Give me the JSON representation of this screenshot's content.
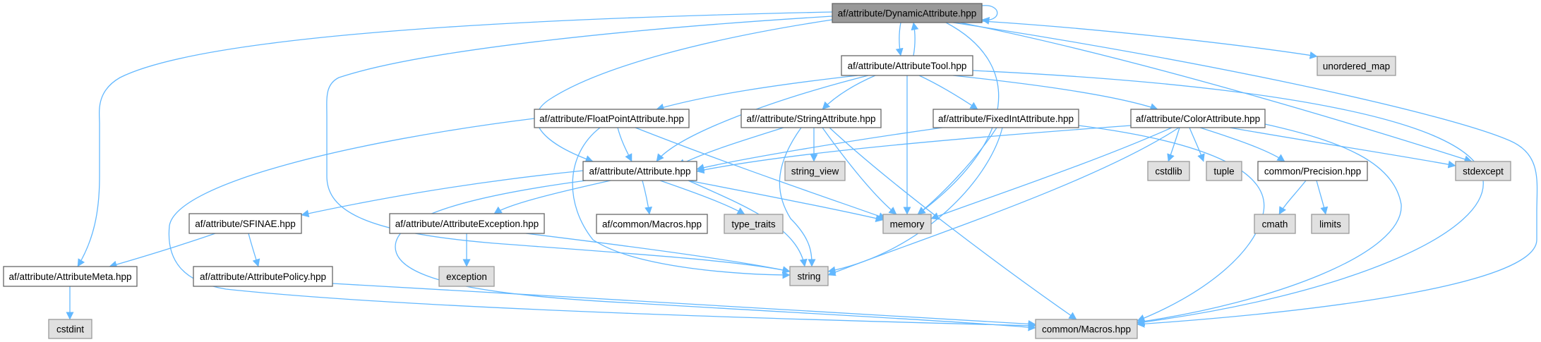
{
  "title": "Include dependency graph for af/attribute/DynamicAttribute.hpp",
  "colors": {
    "edge": "#63b8ff",
    "root_fill": "#999999",
    "local_fill": "#ffffff",
    "system_fill": "#e0e0e0"
  },
  "nodes": [
    {
      "id": "dynamic",
      "label": "af/attribute/DynamicAttribute.hpp",
      "kind": "root"
    },
    {
      "id": "tool",
      "label": "af/attribute/AttributeTool.hpp",
      "kind": "local"
    },
    {
      "id": "unordered_map",
      "label": "unordered_map",
      "kind": "system"
    },
    {
      "id": "floatpoint",
      "label": "af/attribute/FloatPointAttribute.hpp",
      "kind": "local"
    },
    {
      "id": "stringattr",
      "label": "af//attribute/StringAttribute.hpp",
      "kind": "local"
    },
    {
      "id": "fixedint",
      "label": "af/attribute/FixedIntAttribute.hpp",
      "kind": "local"
    },
    {
      "id": "color",
      "label": "af/attribute/ColorAttribute.hpp",
      "kind": "local"
    },
    {
      "id": "attribute",
      "label": "af/attribute/Attribute.hpp",
      "kind": "local"
    },
    {
      "id": "string_view",
      "label": "string_view",
      "kind": "system"
    },
    {
      "id": "cstdlib",
      "label": "cstdlib",
      "kind": "system"
    },
    {
      "id": "tuple",
      "label": "tuple",
      "kind": "system"
    },
    {
      "id": "precision",
      "label": "common/Precision.hpp",
      "kind": "local"
    },
    {
      "id": "stdexcept",
      "label": "stdexcept",
      "kind": "system"
    },
    {
      "id": "sfinae",
      "label": "af/attribute/SFINAE.hpp",
      "kind": "local"
    },
    {
      "id": "exception_hpp",
      "label": "af/attribute/AttributeException.hpp",
      "kind": "local"
    },
    {
      "id": "af_macros",
      "label": "af/common/Macros.hpp",
      "kind": "local"
    },
    {
      "id": "type_traits",
      "label": "type_traits",
      "kind": "system"
    },
    {
      "id": "memory",
      "label": "memory",
      "kind": "system"
    },
    {
      "id": "cmath",
      "label": "cmath",
      "kind": "system"
    },
    {
      "id": "limits",
      "label": "limits",
      "kind": "system"
    },
    {
      "id": "meta",
      "label": "af/attribute/AttributeMeta.hpp",
      "kind": "local"
    },
    {
      "id": "policy",
      "label": "af/attribute/AttributePolicy.hpp",
      "kind": "local"
    },
    {
      "id": "exception",
      "label": "exception",
      "kind": "system"
    },
    {
      "id": "string",
      "label": "string",
      "kind": "system"
    },
    {
      "id": "cstdint",
      "label": "cstdint",
      "kind": "system"
    },
    {
      "id": "common_macros",
      "label": "common/Macros.hpp",
      "kind": "system"
    }
  ],
  "edges": [
    [
      "dynamic",
      "dynamic"
    ],
    [
      "dynamic",
      "tool"
    ],
    [
      "tool",
      "dynamic"
    ],
    [
      "dynamic",
      "unordered_map"
    ],
    [
      "dynamic",
      "meta"
    ],
    [
      "dynamic",
      "string"
    ],
    [
      "dynamic",
      "attribute"
    ],
    [
      "dynamic",
      "memory"
    ],
    [
      "dynamic",
      "stdexcept"
    ],
    [
      "dynamic",
      "common_macros"
    ],
    [
      "tool",
      "floatpoint"
    ],
    [
      "tool",
      "stringattr"
    ],
    [
      "tool",
      "fixedint"
    ],
    [
      "tool",
      "color"
    ],
    [
      "tool",
      "attribute"
    ],
    [
      "tool",
      "memory"
    ],
    [
      "tool",
      "common_macros"
    ],
    [
      "floatpoint",
      "attribute"
    ],
    [
      "floatpoint",
      "memory"
    ],
    [
      "floatpoint",
      "string"
    ],
    [
      "floatpoint",
      "common_macros"
    ],
    [
      "stringattr",
      "attribute"
    ],
    [
      "stringattr",
      "string_view"
    ],
    [
      "stringattr",
      "memory"
    ],
    [
      "stringattr",
      "string"
    ],
    [
      "stringattr",
      "common_macros"
    ],
    [
      "fixedint",
      "attribute"
    ],
    [
      "fixedint",
      "memory"
    ],
    [
      "fixedint",
      "string"
    ],
    [
      "fixedint",
      "common_macros"
    ],
    [
      "color",
      "attribute"
    ],
    [
      "color",
      "cstdlib"
    ],
    [
      "color",
      "tuple"
    ],
    [
      "color",
      "precision"
    ],
    [
      "color",
      "memory"
    ],
    [
      "color",
      "string"
    ],
    [
      "color",
      "stdexcept"
    ],
    [
      "color",
      "common_macros"
    ],
    [
      "attribute",
      "sfinae"
    ],
    [
      "attribute",
      "exception_hpp"
    ],
    [
      "attribute",
      "af_macros"
    ],
    [
      "attribute",
      "type_traits"
    ],
    [
      "attribute",
      "memory"
    ],
    [
      "attribute",
      "string"
    ],
    [
      "attribute",
      "common_macros"
    ],
    [
      "precision",
      "cmath"
    ],
    [
      "precision",
      "limits"
    ],
    [
      "sfinae",
      "meta"
    ],
    [
      "sfinae",
      "policy"
    ],
    [
      "exception_hpp",
      "exception"
    ],
    [
      "exception_hpp",
      "string"
    ],
    [
      "policy",
      "common_macros"
    ],
    [
      "meta",
      "cstdint"
    ]
  ]
}
